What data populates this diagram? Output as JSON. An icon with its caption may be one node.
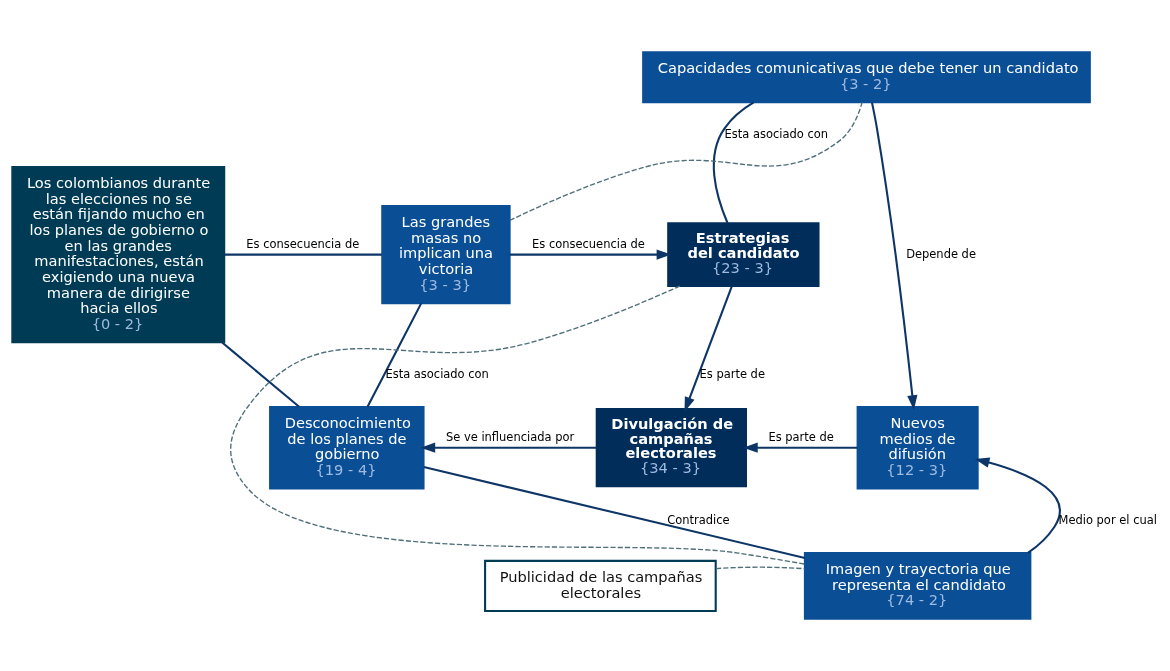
{
  "diagram": {
    "nodes": [
      {
        "text": [
          "Los colombianos durante las elecciones no se están fijando mucho en los planes de gobierno o en las grandes manifestaciones, están exigiendo una nueva manera de dirigirse hacia ellos",
          "{0 - 2}"
        ]
      },
      {
        "text": [
          "Las grandes masas no implican una victoria",
          "{3 - 3}"
        ]
      },
      {
        "text": [
          "Estrategias del candidato",
          "{23 - 3}"
        ]
      },
      {
        "text": [
          "Capacidades comunicativas que debe tener un candidato",
          "{3 - 2}"
        ]
      },
      {
        "text": [
          "Desconocimiento de los planes de gobierno",
          "{19 - 4}"
        ]
      },
      {
        "text": [
          "Divulgación de campañas electorales",
          "{34 - 3}"
        ]
      },
      {
        "text": [
          "Nuevos medios de difusión",
          "{12 - 3}"
        ]
      },
      {
        "text": [
          "Imagen y trayectoria que representa el candidato",
          "{74 - 2}"
        ]
      },
      {
        "text": [
          "Publicidad de las campañas electorales"
        ]
      }
    ],
    "edges": [
      {
        "from": 0,
        "to": 1,
        "arrow": "none",
        "label": "Es consecuencia de"
      },
      {
        "from": 0,
        "to": 4,
        "arrow": "none"
      },
      {
        "from": 1,
        "to": 2,
        "arrow": "to",
        "label": "Es consecuencia de"
      },
      {
        "from": 1,
        "to": 4,
        "arrow": "none",
        "label": "Esta asociado con"
      },
      {
        "from": 3,
        "to": 2,
        "arrow": "none",
        "label": "Esta asociado con"
      },
      {
        "from": 2,
        "to": 5,
        "arrow": "to",
        "label": "Es parte de"
      },
      {
        "from": 3,
        "to": 6,
        "arrow": "to",
        "label": "Depende de"
      },
      {
        "from": 6,
        "to": 5,
        "arrow": "to",
        "label": "Es parte de"
      },
      {
        "from": 5,
        "to": 4,
        "arrow": "to",
        "label": "Se ve influenciada por"
      },
      {
        "from": 7,
        "to": 4,
        "arrow": "none",
        "label": "Contradice"
      },
      {
        "from": 7,
        "to": 6,
        "arrow": "to",
        "label": "Medio por el cual"
      },
      {
        "from": 1,
        "to": 3,
        "arrow": "none",
        "style": "dashed",
        "color": "#4f6f78"
      },
      {
        "from": 2,
        "to": 7,
        "arrow": "none",
        "style": "dashed",
        "color": "#4f6f78"
      },
      {
        "from": 8,
        "to": 7,
        "arrow": "none",
        "style": "dashed",
        "color": "#4f6f78"
      }
    ]
  }
}
